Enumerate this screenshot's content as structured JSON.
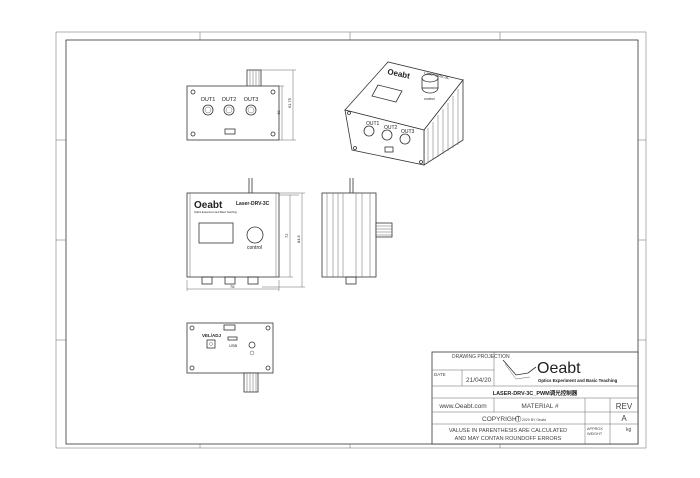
{
  "views": {
    "rear": {
      "ports": [
        "OUT1",
        "OUT2",
        "OUT3"
      ],
      "dim_width": "40",
      "dim_total": "61.75"
    },
    "iso": {
      "ports": [
        "OUT1",
        "OUT2",
        "OUT3"
      ],
      "brand": "Oeabt",
      "model": "Laser-DRV-3C",
      "knob_label": "control"
    },
    "front": {
      "brand": "Oeabt",
      "brand_sub": "Optics Experiment and Basic Teaching",
      "model": "Laser-DRV-3C",
      "knob_label": "control",
      "dim_height": "72",
      "dim_total": "84.5",
      "dim_width": "76"
    },
    "bottom": {
      "power_label": "VEL/ADJ",
      "usb_label": "USB"
    }
  },
  "title_block": {
    "drawing_projection": "DRAWING PROJECTION",
    "date_label": "DATE",
    "date": "21/04/20",
    "logo_text": "Oeabt",
    "logo_sub": "Optics Experiment and Basic Teaching",
    "drawing_title": "LASER-DRV-3C_PWM调光控制器",
    "website": "www.Oeabt.com",
    "material": "MATERIAL #",
    "rev_label": "REV",
    "rev": "A",
    "copyright": "COPYRIGHT",
    "copyright_small": "2020 BY Oeabt",
    "note_line1": "VALUSE IN PARENTHESIS ARE CALCULATED",
    "note_line2": "AND MAY CONTAN ROUNDOFF ERRORS",
    "weight_label1": "APPROX",
    "weight_label2": "WEIGHT",
    "weight_unit": "kg"
  }
}
